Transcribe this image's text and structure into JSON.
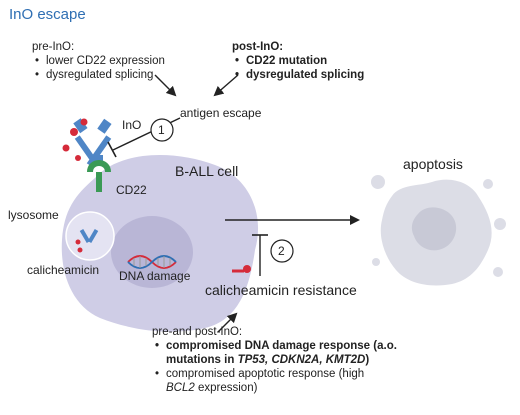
{
  "title": "InO escape",
  "pre_ino": {
    "heading": "pre-InO:",
    "items": [
      "lower CD22 expression",
      "dysregulated splicing"
    ]
  },
  "post_ino": {
    "heading": "post-InO:",
    "items": [
      "CD22 mutation",
      "dysregulated splicing"
    ]
  },
  "antigen_escape": "antigen escape",
  "step1": "1",
  "step2": "2",
  "ino_label": "InO",
  "cd22_label": "CD22",
  "ball_label": "B-ALL cell",
  "lysosome_label": "lysosome",
  "calicheamicin_label": "calicheamicin",
  "dna_damage_label": "DNA damage",
  "apoptosis_label": "apoptosis",
  "resistance_label": "calicheamicin resistance",
  "pre_post": {
    "heading": "pre-and post-InO:",
    "item1_a": "compromised DNA damage response (a.o.",
    "item1_b_prefix": "mutations in ",
    "item1_b_genes": "TP53, CDKN2A, KMT2D",
    "item1_b_suffix": ")",
    "item2_a": "compromised apoptotic response (high",
    "item2_b_gene": "BCL2",
    "item2_b_suffix": " expression)"
  },
  "colors": {
    "title": "#2f6fb3",
    "cell": "#cfcde6",
    "nucleus": "#b9b6d6",
    "apoptotic": "#dcdde6",
    "antibody": "#4f86c6",
    "cd22": "#3a9a55",
    "drug": "#d52b3a"
  }
}
